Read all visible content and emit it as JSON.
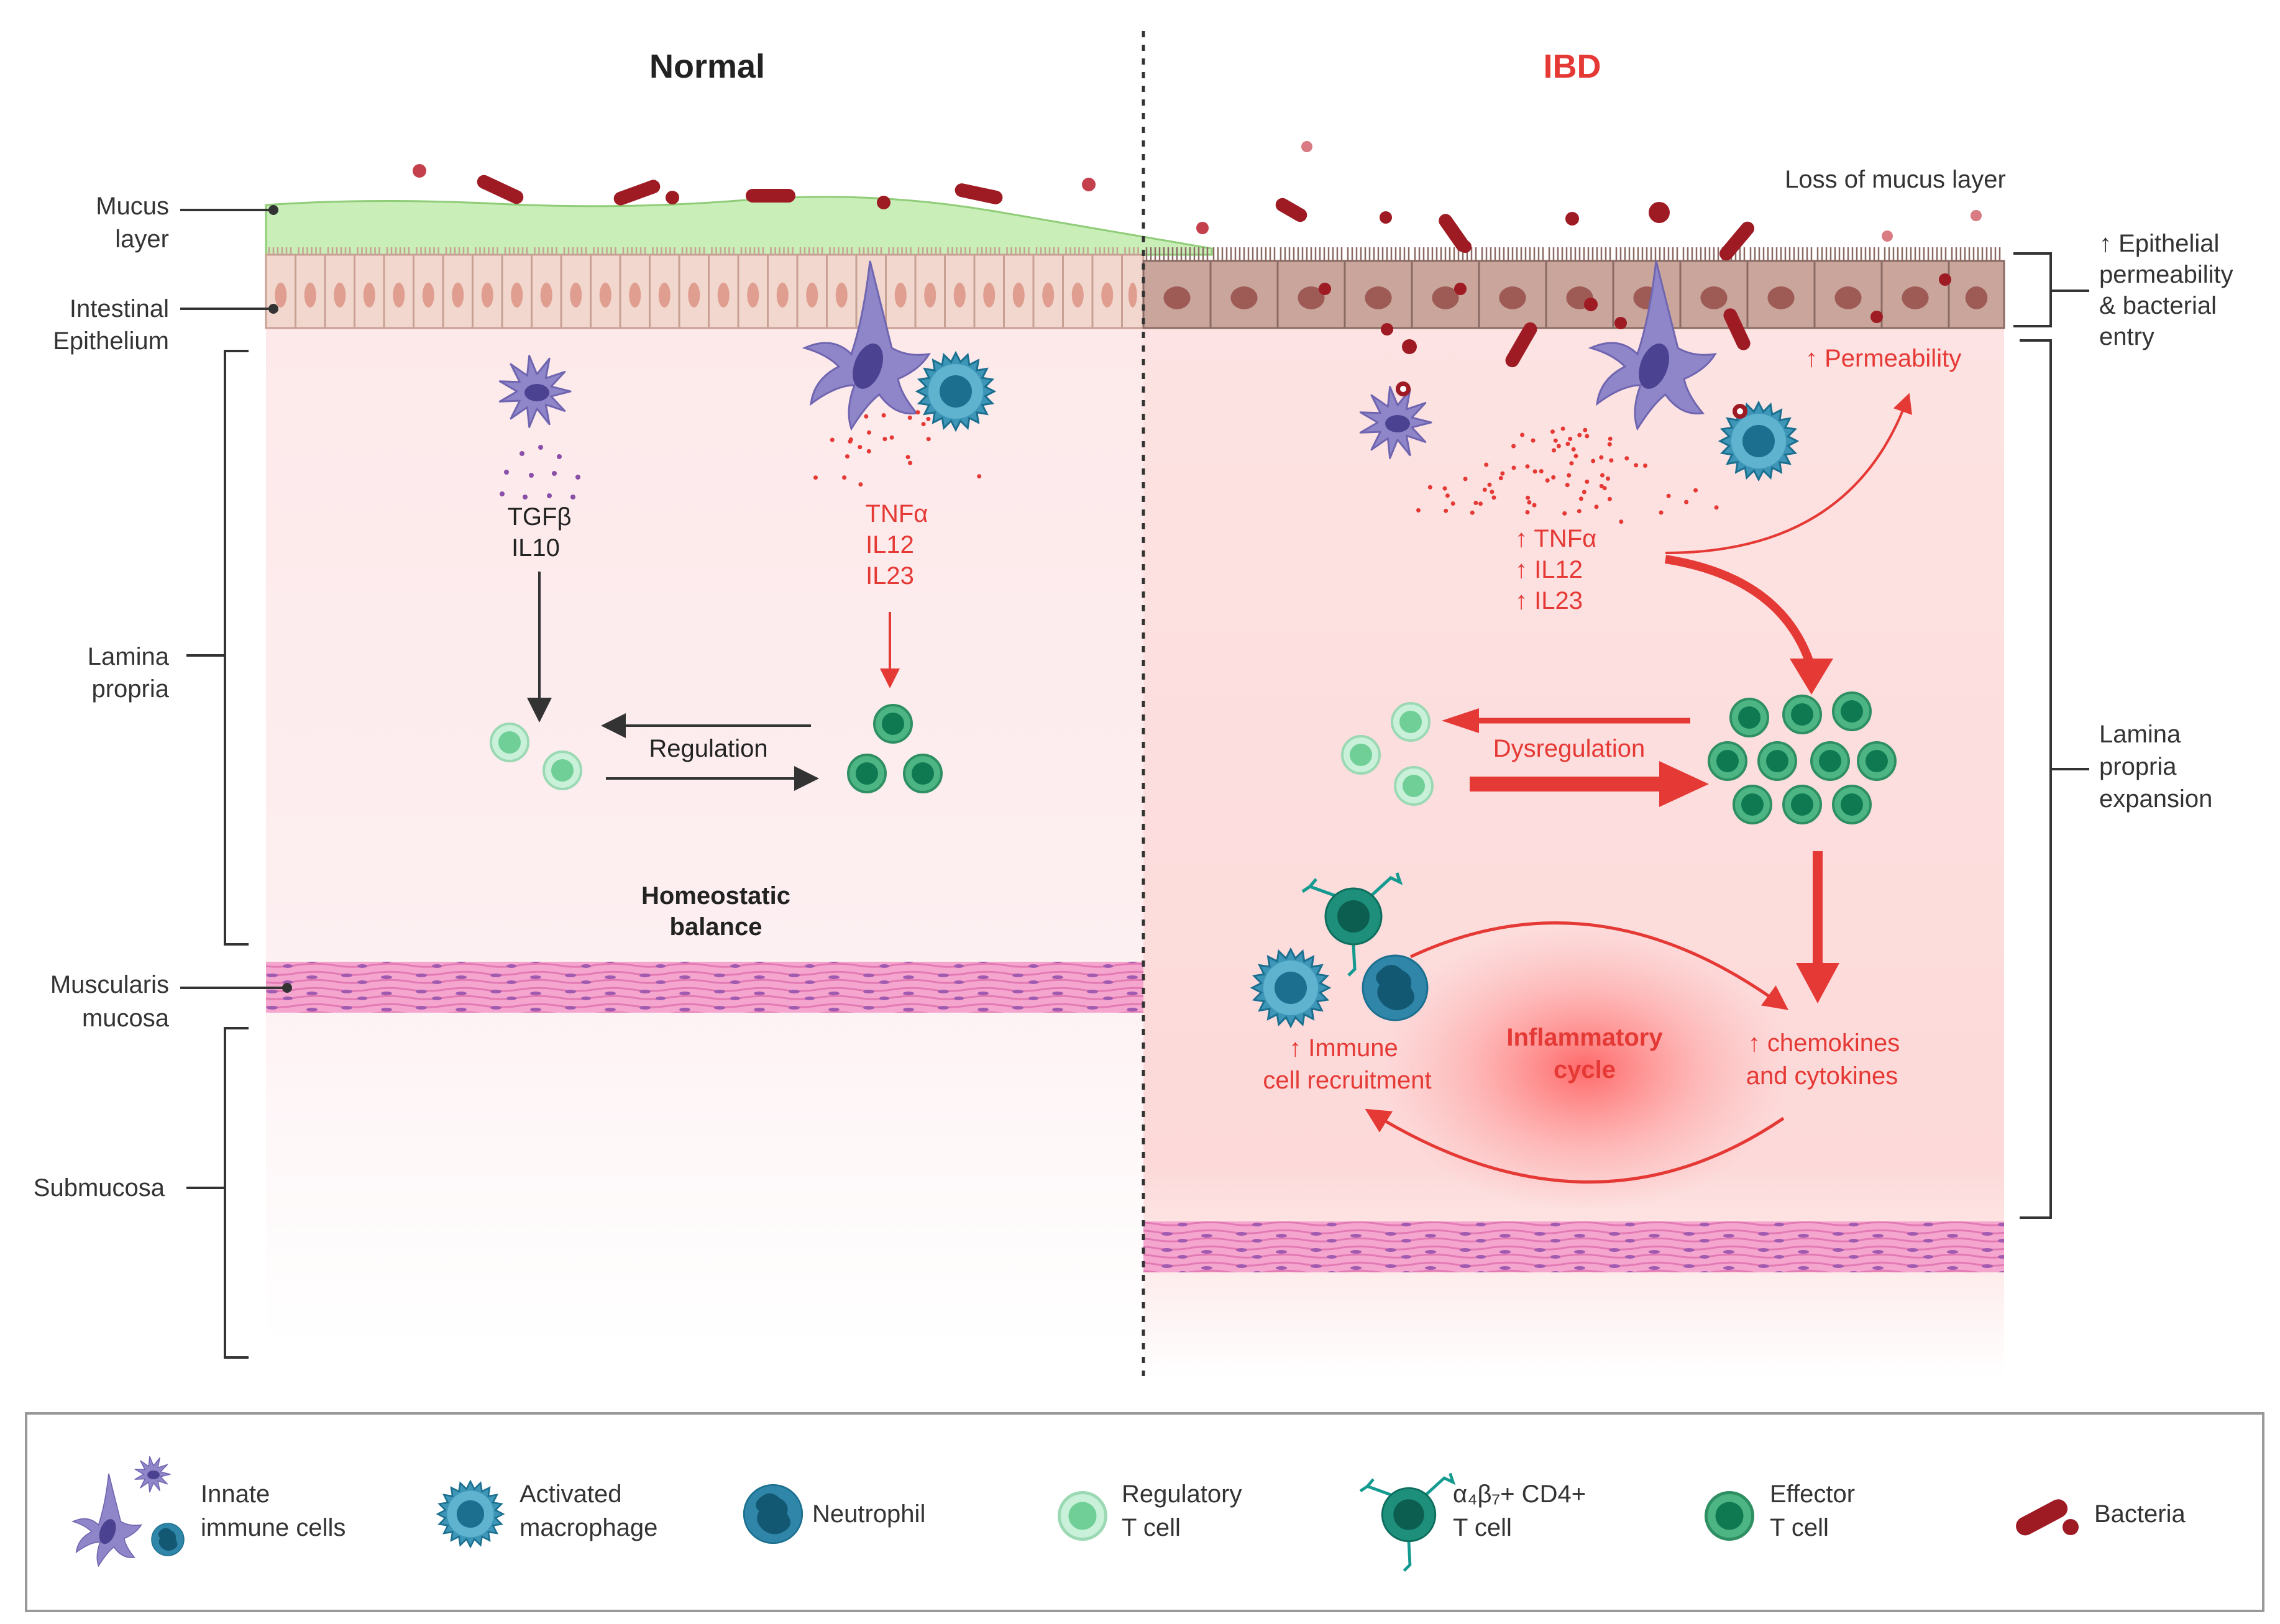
{
  "panels": {
    "normal_title": "Normal",
    "ibd_title": "IBD"
  },
  "left_labels": {
    "mucus_line1": "Mucus",
    "mucus_line2": "layer",
    "epi_line1": "Intestinal",
    "epi_line2": "Epithelium",
    "lp_line1": "Lamina",
    "lp_line2": "propria",
    "mm_line1": "Muscularis",
    "mm_line2": "mucosa",
    "submucosa": "Submucosa"
  },
  "right_labels": {
    "loss_mucus": "Loss of mucus layer",
    "epi_perm_line1": "↑ Epithelial",
    "epi_perm_line2": "permeability",
    "epi_perm_line3": "& bacterial",
    "epi_perm_line4": "entry",
    "lp_exp_line1": "Lamina",
    "lp_exp_line2": "propria",
    "lp_exp_line3": "expansion"
  },
  "normal": {
    "cyt_left_1": "TGFβ",
    "cyt_left_2": "IL10",
    "cyt_right_1": "TNFα",
    "cyt_right_2": "IL12",
    "cyt_right_3": "IL23",
    "regulation": "Regulation",
    "homeo_1": "Homeostatic",
    "homeo_2": "balance"
  },
  "ibd": {
    "permeability": "↑ Permeability",
    "cyt_1": "↑ TNFα",
    "cyt_2": "↑ IL12",
    "cyt_3": "↑ IL23",
    "dysregulation": "Dysregulation",
    "immune_1": "↑ Immune",
    "immune_2": "cell recruitment",
    "cycle_1": "Inflammatory",
    "cycle_2": "cycle",
    "chemo_1": "↑ chemokines",
    "chemo_2": "and cytokines"
  },
  "legend": [
    {
      "line1": "Innate",
      "line2": "immune cells"
    },
    {
      "line1": "Activated",
      "line2": "macrophage"
    },
    {
      "line1": "Neutrophil",
      "line2": ""
    },
    {
      "line1": "Regulatory",
      "line2": "T cell"
    },
    {
      "line1": "α₄β₇+ CD4+",
      "line2": "T cell"
    },
    {
      "line1": "Effector",
      "line2": "T cell"
    },
    {
      "line1": "Bacteria",
      "line2": ""
    }
  ],
  "colors": {
    "red": "#e53935",
    "dark_text": "#222222",
    "mucus": "#c9eeb8",
    "bacteria": "#9e1b24",
    "innate": "#8f86c9",
    "macrophage": "#1c6f8f",
    "treg": "#8fd9ae",
    "effector": "#1e9a6d"
  }
}
